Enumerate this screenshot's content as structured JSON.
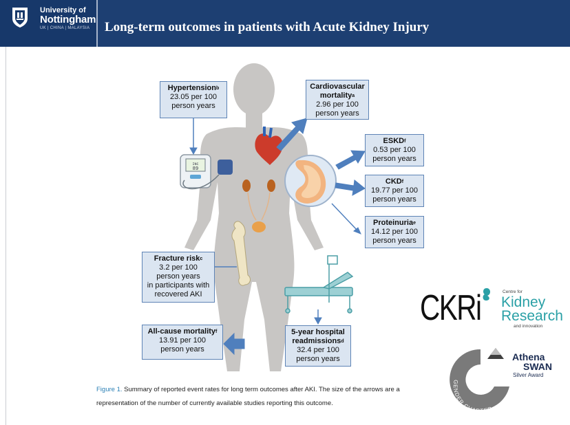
{
  "header": {
    "university_line1": "University of",
    "university_line2": "Nottingham",
    "university_line3": "UK | CHINA | MALAYSIA",
    "title": "Long-term outcomes in patients with Acute Kidney Injury"
  },
  "figure": {
    "boxes": {
      "hypertension": {
        "title": "Hypertension",
        "sup": "b",
        "line2": "23.05 per 100",
        "line3": "person years"
      },
      "cardio": {
        "title": "Cardiovascular",
        "title2": "mortality",
        "sup": "a",
        "line2": "2.96 per 100",
        "line3": "person years"
      },
      "eskd": {
        "title": "ESKD",
        "sup": "f",
        "line2": "0.53 per 100",
        "line3": "person years"
      },
      "ckd": {
        "title": "CKD",
        "sup": "f",
        "line2": "19.77 per 100",
        "line3": "person years"
      },
      "proteinuria": {
        "title": "Proteinuria",
        "sup": "e",
        "line2": "14.12 per 100",
        "line3": "person years"
      },
      "fracture": {
        "title": "Fracture risk",
        "sup": "c",
        "line2": "3.2 per 100",
        "line3": "person years",
        "line4": "in participants with",
        "line5": "recovered AKI"
      },
      "allcause": {
        "title": "All-cause mortality",
        "sup": "f",
        "line2": "13.91 per 100",
        "line3": "person years"
      },
      "hospital": {
        "title": "5-year hospital",
        "title2": "readmissions",
        "sup": "d",
        "line2": "32.4 per 100",
        "line3": "person years"
      }
    },
    "bp_monitor_readout": "INC\n89",
    "caption_label": "Figure 1.",
    "caption_text": " Summary of reported event rates for long term outcomes after AKI. The size of the arrows are a representation of the number of currently available studies reporting this outcome."
  },
  "logos": {
    "ckri": "CKRi",
    "ckri_centre": "Centre for",
    "ckri_kidney": "Kidney",
    "ckri_research": "Research",
    "ckri_innovation": "and innovation",
    "athena": "Athena",
    "swan": "SWAN",
    "silver": "Silver Award",
    "gender_charter": "GENDER CHARTER"
  },
  "colors": {
    "header_bg": "#1d3f72",
    "box_fill": "#dbe5f1",
    "box_border": "#5d83b5",
    "arrow": "#4f7fbd",
    "body_silhouette": "#c8c6c4",
    "ckri_teal": "#2aa0a6"
  }
}
